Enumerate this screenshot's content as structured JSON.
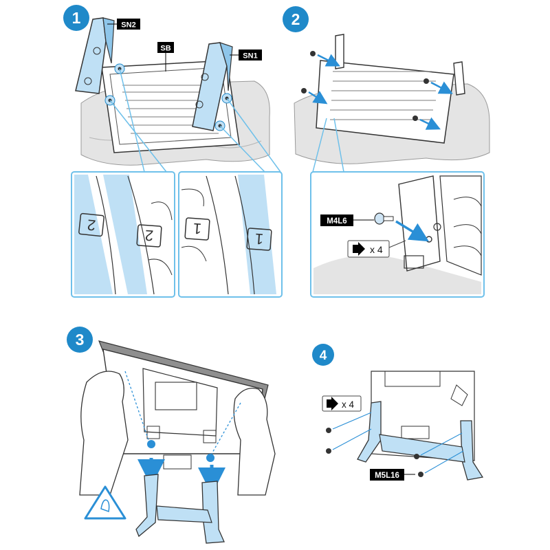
{
  "colors": {
    "step_badge": "#1f89c9",
    "part_highlight": "#bfe0f5",
    "callout_border": "#6ec0ea",
    "cloth": "#e4e4e4",
    "label_bg": "#000000",
    "arrow": "#2a8fd6"
  },
  "steps": [
    {
      "number": "1",
      "labels": {
        "sn2": "SN2",
        "sb": "SB",
        "sn1": "SN1"
      },
      "icons": [
        "stand-neck-2",
        "stand-base",
        "stand-neck-1",
        "magnifier-callout-2",
        "magnifier-callout-1"
      ]
    },
    {
      "number": "2",
      "screw_label": "M4L6",
      "screw_count": "x 4",
      "icons": [
        "screw",
        "screwdriver-arrow",
        "magnifier-callout"
      ]
    },
    {
      "number": "3",
      "icons": [
        "two-people-lifting-tv",
        "pinch-warning-icon",
        "down-arrow"
      ]
    },
    {
      "number": "4",
      "screw_label": "M5L16",
      "screw_count": "x 4",
      "icons": [
        "screw",
        "screwdriver-arrow"
      ]
    }
  ]
}
